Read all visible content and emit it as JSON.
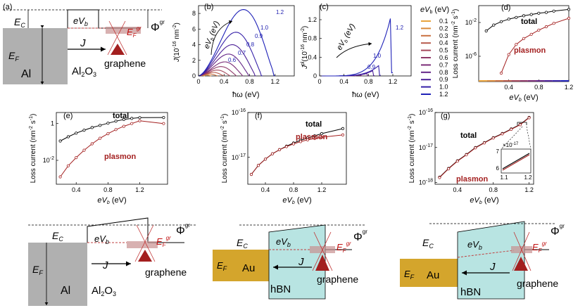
{
  "labels": {
    "a": "(a)",
    "b": "(b)",
    "c": "(c)",
    "d": "(d)",
    "e": "(e)",
    "f": "(f)",
    "g": "(g)"
  },
  "band": {
    "EC": "E",
    "EC_sub": "C",
    "eVb": "eV",
    "eVb_sub": "b",
    "EF": "E",
    "EF_sub": "F",
    "EFgr": "E",
    "EFgr_sub": "F",
    "EFgr_sup": "gr",
    "Phi": "Φ",
    "Phi_sup": "gr",
    "J": "J",
    "graphene": "graphene",
    "Al": "Al",
    "Al2O3": "Al",
    "Al2O3_sub": "2",
    "Al2O3_tail": "O",
    "Al2O3_sub2": "3",
    "Au": "Au",
    "hBN": "hBN"
  },
  "colors": {
    "metal_al": "#b0b0b0",
    "metal_au": "#d4a52c",
    "hbn": "#b8e4e2",
    "plasmon_red": "#a31f1f",
    "total_black": "#000000",
    "grey_band": "#c89090"
  },
  "spectra": {
    "b": {
      "ylabel_J": "J",
      "ylabel_unit": "(10",
      "ylabel_exp": "-16",
      "ylabel_unit2": " nm",
      "ylabel_exp2": "-2",
      "ylabel_tail": ")",
      "xlabel": "ħω (eV)",
      "arrow_label": "eV",
      "arrow_label_sub": "b",
      "arrow_label_tail": " (eV)",
      "x_ticks": [
        "0",
        "0.4",
        "0.8",
        "1.2"
      ],
      "y_ticks": [
        "0",
        "2",
        "4",
        "6",
        "8"
      ],
      "curve_labels": [
        "1.2",
        "1.0",
        "0.9",
        "0.8",
        "0.7",
        "0.6"
      ]
    },
    "c": {
      "ylabel_J": "J",
      "ylabel_sup": "pl",
      "ylabel_unit": "(10",
      "ylabel_exp": "-16",
      "ylabel_unit2": " nm",
      "ylabel_exp2": "-2",
      "ylabel_tail": ")",
      "xlabel": "ħω (eV)",
      "arrow_label": "eV",
      "arrow_label_sub": "b",
      "arrow_label_tail": " (eV)",
      "x_ticks": [
        "0",
        "0.4",
        "0.8",
        "1.2"
      ],
      "y_ticks": [
        "0",
        "0.4",
        "0.8",
        "1.2"
      ],
      "curve_labels": [
        "1.2",
        "1.0",
        "0.9"
      ]
    },
    "legend": {
      "title": "eV",
      "title_sub": "b",
      "title_tail": " (eV)",
      "entries": [
        "0.1",
        "0.2",
        "0.3",
        "0.4",
        "0.5",
        "0.6",
        "0.7",
        "0.8",
        "0.9",
        "1.0",
        "1.2"
      ],
      "colors": [
        "#e8a33c",
        "#d9893a",
        "#c97040",
        "#b75a4c",
        "#a4475a",
        "#8e3868",
        "#7a2c77",
        "#632487",
        "#4b1f97",
        "#3520a8",
        "#1f22b8"
      ]
    }
  },
  "chart_data": [
    {
      "panel": "d",
      "type": "line",
      "xlabel": "eV_b (eV)",
      "ylabel": "Loss current (nm^-2 s^-1)",
      "x_ticks": [
        "0.4",
        "0.8",
        "1.2"
      ],
      "y_ticks": [
        "10^-2",
        "10^-6"
      ],
      "xlim": [
        0,
        1.2
      ],
      "ylim_log10": [
        -9,
        0
      ],
      "yscale": "log",
      "series": [
        {
          "name": "total",
          "x": [
            0.1,
            0.2,
            0.3,
            0.4,
            0.5,
            0.6,
            0.7,
            0.8,
            0.9,
            1.0,
            1.2
          ],
          "log10y": [
            -3.0,
            -2.3,
            -1.9,
            -1.6,
            -1.4,
            -1.2,
            -1.05,
            -0.9,
            -0.8,
            -0.65,
            -0.45
          ]
        },
        {
          "name": "plasmon",
          "x": [
            0.3,
            0.4,
            0.5,
            0.6,
            0.7,
            0.8,
            0.9,
            1.0,
            1.2
          ],
          "log10y": [
            -8.0,
            -5.8,
            -4.6,
            -3.9,
            -3.4,
            -2.9,
            -2.5,
            -2.1,
            -1.5
          ]
        }
      ]
    },
    {
      "panel": "e",
      "type": "line",
      "xlabel": "eV_b (eV)",
      "ylabel": "Loss current (nm^-2 s^-1)",
      "x_ticks": [
        "0.4",
        "0.8",
        "1.2"
      ],
      "y_ticks": [
        "1",
        "10^-2"
      ],
      "xlim": [
        0.15,
        1.55
      ],
      "ylim_log10": [
        -3.3,
        0.6
      ],
      "yscale": "log",
      "series": [
        {
          "name": "total",
          "x": [
            0.2,
            0.3,
            0.4,
            0.5,
            0.6,
            0.7,
            0.8,
            0.9,
            1.0,
            1.1,
            1.2,
            1.5
          ],
          "log10y": [
            -0.95,
            -0.72,
            -0.52,
            -0.36,
            -0.22,
            -0.1,
            0.02,
            0.13,
            0.22,
            0.28,
            0.32,
            0.33
          ]
        },
        {
          "name": "plasmon",
          "x": [
            0.2,
            0.3,
            0.4,
            0.5,
            0.6,
            0.7,
            0.8,
            0.9,
            1.0,
            1.1,
            1.2,
            1.5
          ],
          "log10y": [
            -2.9,
            -2.3,
            -1.85,
            -1.45,
            -1.1,
            -0.8,
            -0.55,
            -0.33,
            -0.15,
            0.0,
            0.15,
            0.0
          ]
        }
      ]
    },
    {
      "panel": "f",
      "type": "line",
      "xlabel": "eV_b (eV)",
      "ylabel": "Loss current (nm^-2 s^-1)",
      "x_ticks": [
        "0.4",
        "0.8",
        "1.2"
      ],
      "y_ticks": [
        "10^-16",
        "10^-17"
      ],
      "xlim": [
        0.15,
        1.55
      ],
      "ylim_log10": [
        -17.6,
        -16.0
      ],
      "yscale": "log",
      "series": [
        {
          "name": "total",
          "x": [
            0.2,
            0.3,
            0.4,
            0.5,
            0.6,
            0.7,
            0.8,
            0.9,
            1.0,
            1.1,
            1.2,
            1.5
          ],
          "log10y": [
            -17.38,
            -17.18,
            -17.04,
            -16.92,
            -16.83,
            -16.75,
            -16.68,
            -16.62,
            -16.57,
            -16.52,
            -16.47,
            -16.36
          ]
        },
        {
          "name": "plasmon",
          "x": [
            0.2,
            0.3,
            0.4,
            0.5,
            0.6,
            0.7,
            0.8,
            0.9,
            1.0,
            1.1,
            1.2,
            1.5
          ],
          "log10y": [
            -17.38,
            -17.18,
            -17.04,
            -16.92,
            -16.83,
            -16.76,
            -16.7,
            -16.65,
            -16.61,
            -16.58,
            -16.55,
            -16.5
          ]
        }
      ]
    },
    {
      "panel": "g",
      "type": "line",
      "xlabel": "eV_b (eV)",
      "ylabel": "Loss current (nm^-2 s^-1)",
      "x_ticks": [
        "0.4",
        "0.8",
        "1.2"
      ],
      "y_ticks": [
        "10^-16",
        "10^-17",
        "10^-18"
      ],
      "xlim": [
        0.15,
        1.25
      ],
      "ylim_log10": [
        -18.05,
        -16.0
      ],
      "yscale": "log",
      "inset": {
        "label": "×10",
        "label_exp": "-17",
        "x_ticks": [
          "1.1",
          "1.2"
        ],
        "y_ticks": [
          "6",
          "7"
        ]
      },
      "series": [
        {
          "name": "total",
          "x": [
            0.2,
            0.3,
            0.4,
            0.5,
            0.6,
            0.7,
            0.8,
            0.9,
            1.0,
            1.1,
            1.2
          ],
          "log10y": [
            -17.85,
            -17.6,
            -17.38,
            -17.2,
            -17.0,
            -16.86,
            -16.72,
            -16.6,
            -16.47,
            -16.34,
            -16.14
          ]
        },
        {
          "name": "plasmon",
          "x": [
            0.2,
            0.3,
            0.4,
            0.5,
            0.6,
            0.7,
            0.8,
            0.9,
            1.0,
            1.1,
            1.2
          ],
          "log10y": [
            -17.86,
            -17.61,
            -17.39,
            -17.21,
            -17.01,
            -16.87,
            -16.73,
            -16.61,
            -16.48,
            -16.35,
            -16.15
          ]
        }
      ]
    }
  ]
}
